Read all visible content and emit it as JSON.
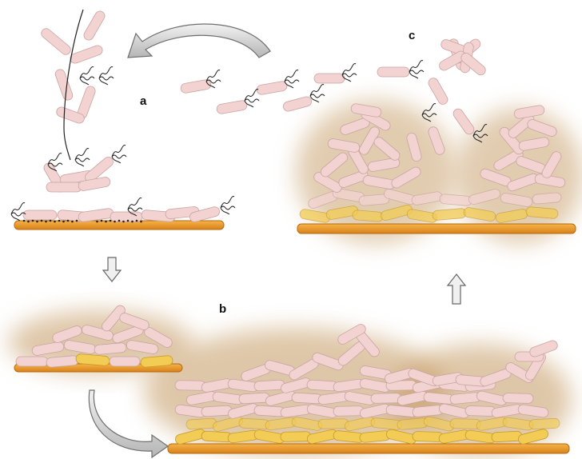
{
  "labels": {
    "a": "a",
    "b": "b",
    "c": "c"
  },
  "colors": {
    "cell": "#f3d3d1",
    "cell_edge": "#c9a3a1",
    "substrate": "#f0a030",
    "substrate_edge": "#b86a10",
    "matrix": "#c9a06a",
    "old_cell": "#f2cc55",
    "arrow_fill": "#dedede",
    "arrow_edge": "#777777"
  }
}
